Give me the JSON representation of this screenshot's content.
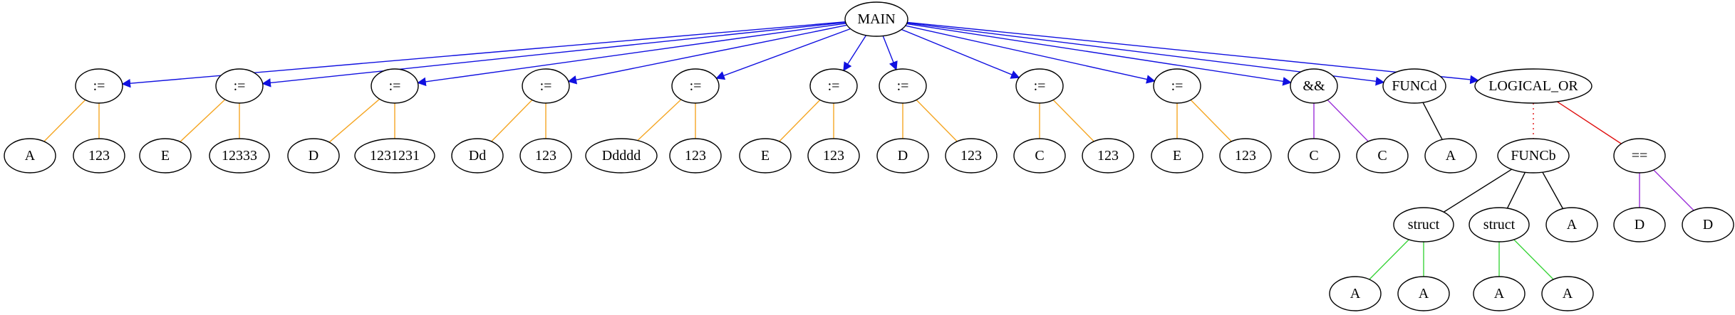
{
  "diagram": {
    "type": "tree",
    "colors": {
      "blue": "#1010e0",
      "orange": "#f5a623",
      "purple": "#9b30d9",
      "black": "#000000",
      "red": "#e01010",
      "green": "#3ad43a",
      "dotted_red": "#e01010"
    },
    "nodes": [
      {
        "id": "main",
        "label": "MAIN"
      },
      {
        "id": "as1",
        "label": ":="
      },
      {
        "id": "as1_l",
        "label": "A"
      },
      {
        "id": "as1_r",
        "label": "123"
      },
      {
        "id": "as2",
        "label": ":="
      },
      {
        "id": "as2_l",
        "label": "E"
      },
      {
        "id": "as2_r",
        "label": "12333"
      },
      {
        "id": "as3",
        "label": ":="
      },
      {
        "id": "as3_l",
        "label": "D"
      },
      {
        "id": "as3_r",
        "label": "1231231"
      },
      {
        "id": "as4",
        "label": ":="
      },
      {
        "id": "as4_l",
        "label": "Dd"
      },
      {
        "id": "as4_r",
        "label": "123"
      },
      {
        "id": "as5",
        "label": ":="
      },
      {
        "id": "as5_l",
        "label": "Ddddd"
      },
      {
        "id": "as5_r",
        "label": "123"
      },
      {
        "id": "as6",
        "label": ":="
      },
      {
        "id": "as6_l",
        "label": "E"
      },
      {
        "id": "as6_r",
        "label": "123"
      },
      {
        "id": "as7",
        "label": ":="
      },
      {
        "id": "as7_l",
        "label": "D"
      },
      {
        "id": "as7_r",
        "label": "123"
      },
      {
        "id": "as8",
        "label": ":="
      },
      {
        "id": "as8_l",
        "label": "C"
      },
      {
        "id": "as8_r",
        "label": "123"
      },
      {
        "id": "as9",
        "label": ":="
      },
      {
        "id": "as9_l",
        "label": "E"
      },
      {
        "id": "as9_r",
        "label": "123"
      },
      {
        "id": "and",
        "label": "&&"
      },
      {
        "id": "and_l",
        "label": "C"
      },
      {
        "id": "and_r",
        "label": "C"
      },
      {
        "id": "funcd",
        "label": "FUNCd"
      },
      {
        "id": "funcd_a",
        "label": "A"
      },
      {
        "id": "lor",
        "label": "LOGICAL_OR"
      },
      {
        "id": "funcb",
        "label": "FUNCb"
      },
      {
        "id": "struct1",
        "label": "struct"
      },
      {
        "id": "struct1_l",
        "label": "A"
      },
      {
        "id": "struct1_r",
        "label": "A"
      },
      {
        "id": "struct2",
        "label": "struct"
      },
      {
        "id": "struct2_l",
        "label": "A"
      },
      {
        "id": "struct2_r",
        "label": "A"
      },
      {
        "id": "funcb_a",
        "label": "A"
      },
      {
        "id": "eq",
        "label": "=="
      },
      {
        "id": "eq_l",
        "label": "D"
      },
      {
        "id": "eq_r",
        "label": "D"
      }
    ],
    "edges": [
      {
        "from": "main",
        "to": "as1",
        "color": "blue",
        "arrow": true
      },
      {
        "from": "main",
        "to": "as2",
        "color": "blue",
        "arrow": true
      },
      {
        "from": "main",
        "to": "as3",
        "color": "blue",
        "arrow": true
      },
      {
        "from": "main",
        "to": "as4",
        "color": "blue",
        "arrow": true
      },
      {
        "from": "main",
        "to": "as5",
        "color": "blue",
        "arrow": true
      },
      {
        "from": "main",
        "to": "as6",
        "color": "blue",
        "arrow": true
      },
      {
        "from": "main",
        "to": "as7",
        "color": "blue",
        "arrow": true
      },
      {
        "from": "main",
        "to": "as8",
        "color": "blue",
        "arrow": true
      },
      {
        "from": "main",
        "to": "as9",
        "color": "blue",
        "arrow": true
      },
      {
        "from": "main",
        "to": "and",
        "color": "blue",
        "arrow": true
      },
      {
        "from": "main",
        "to": "funcd",
        "color": "blue",
        "arrow": true
      },
      {
        "from": "main",
        "to": "lor",
        "color": "blue",
        "arrow": true
      },
      {
        "from": "as1",
        "to": "as1_l",
        "color": "orange"
      },
      {
        "from": "as1",
        "to": "as1_r",
        "color": "orange"
      },
      {
        "from": "as2",
        "to": "as2_l",
        "color": "orange"
      },
      {
        "from": "as2",
        "to": "as2_r",
        "color": "orange"
      },
      {
        "from": "as3",
        "to": "as3_l",
        "color": "orange"
      },
      {
        "from": "as3",
        "to": "as3_r",
        "color": "orange"
      },
      {
        "from": "as4",
        "to": "as4_l",
        "color": "orange"
      },
      {
        "from": "as4",
        "to": "as4_r",
        "color": "orange"
      },
      {
        "from": "as5",
        "to": "as5_l",
        "color": "orange"
      },
      {
        "from": "as5",
        "to": "as5_r",
        "color": "orange"
      },
      {
        "from": "as6",
        "to": "as6_l",
        "color": "orange"
      },
      {
        "from": "as6",
        "to": "as6_r",
        "color": "orange"
      },
      {
        "from": "as7",
        "to": "as7_l",
        "color": "orange"
      },
      {
        "from": "as7",
        "to": "as7_r",
        "color": "orange"
      },
      {
        "from": "as8",
        "to": "as8_l",
        "color": "orange"
      },
      {
        "from": "as8",
        "to": "as8_r",
        "color": "orange"
      },
      {
        "from": "as9",
        "to": "as9_l",
        "color": "orange"
      },
      {
        "from": "as9",
        "to": "as9_r",
        "color": "orange"
      },
      {
        "from": "and",
        "to": "and_l",
        "color": "purple"
      },
      {
        "from": "and",
        "to": "and_r",
        "color": "purple"
      },
      {
        "from": "funcd",
        "to": "funcd_a",
        "color": "black"
      },
      {
        "from": "lor",
        "to": "funcb",
        "color": "dotted_red",
        "dotted": true
      },
      {
        "from": "lor",
        "to": "eq",
        "color": "red"
      },
      {
        "from": "funcb",
        "to": "struct1",
        "color": "black"
      },
      {
        "from": "funcb",
        "to": "struct2",
        "color": "black"
      },
      {
        "from": "funcb",
        "to": "funcb_a",
        "color": "black"
      },
      {
        "from": "struct1",
        "to": "struct1_l",
        "color": "green"
      },
      {
        "from": "struct1",
        "to": "struct1_r",
        "color": "green"
      },
      {
        "from": "struct2",
        "to": "struct2_l",
        "color": "green"
      },
      {
        "from": "struct2",
        "to": "struct2_r",
        "color": "green"
      },
      {
        "from": "eq",
        "to": "eq_l",
        "color": "purple"
      },
      {
        "from": "eq",
        "to": "eq_r",
        "color": "purple"
      }
    ]
  }
}
